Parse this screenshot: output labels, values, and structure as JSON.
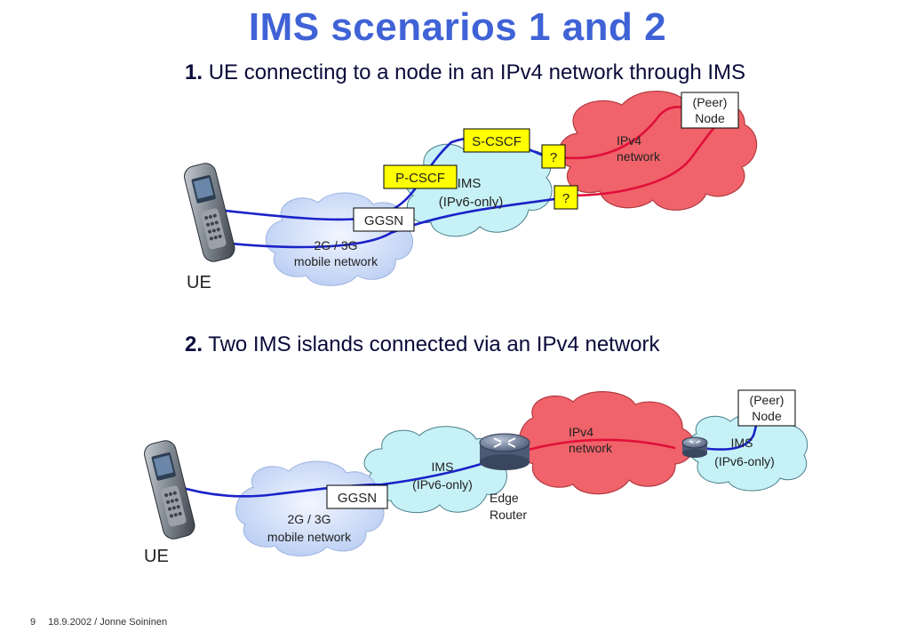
{
  "title": "IMS scenarios 1 and 2",
  "scenario1": {
    "number": "1.",
    "heading": "UE connecting to a node in an IPv4 network through IMS",
    "ue_label": "UE",
    "mobile_network_line1": "2G / 3G",
    "mobile_network_line2": "mobile network",
    "ims_line1": "IMS",
    "ims_line2": "(IPv6-only)",
    "ipv4_line1": "IPv4",
    "ipv4_line2": "network",
    "ggsn": "GGSN",
    "pcscf": "P-CSCF",
    "scscf": "S-CSCF",
    "translator_top": "?",
    "translator_bottom": "?",
    "peer_line1": "(Peer)",
    "peer_line2": "Node"
  },
  "scenario2": {
    "number": "2.",
    "heading": "Two IMS islands connected via an IPv4 network",
    "ue_label": "UE",
    "mobile_network_line1": "2G / 3G",
    "mobile_network_line2": "mobile network",
    "ims_left_line1": "IMS",
    "ims_left_line2": "(IPv6-only)",
    "ipv4_line1": "IPv4",
    "ipv4_line2": "network",
    "ims_right_line1": "IMS",
    "ims_right_line2": "(IPv6-only)",
    "ggsn": "GGSN",
    "edge_router_line1": "Edge",
    "edge_router_line2": "Router",
    "peer_line1": "(Peer)",
    "peer_line2": "Node"
  },
  "footer": {
    "page_number": "9",
    "date_author": "18.9.2002 / Jonne Soininen"
  },
  "colors": {
    "title": "#3f62d6",
    "ipv6_link": "#1a22c8",
    "ipv4_link": "#e0103a",
    "mobile_cloud": "#dbe6fb",
    "ims_cloud": "#c6f1f6",
    "ipv4_cloud": "#f0636a",
    "cscf_box": "#ffff00"
  }
}
